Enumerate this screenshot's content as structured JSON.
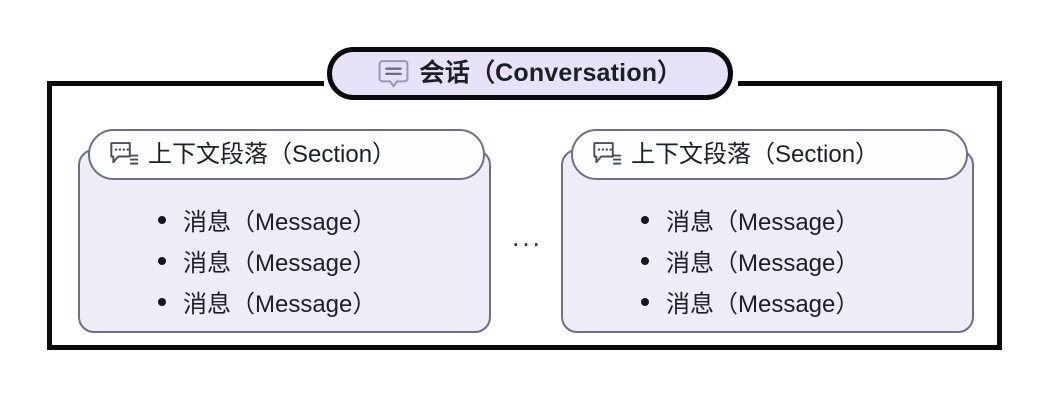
{
  "diagram": {
    "title_pill": {
      "icon": "conversation-bubble-icon",
      "label": "会话（Conversation）"
    },
    "ellipsis": "...",
    "sections": [
      {
        "header": {
          "icon": "section-bubble-lines-icon",
          "label": "上下文段落（Section）"
        },
        "messages": [
          "消息（Message）",
          "消息（Message）",
          "消息（Message）"
        ]
      },
      {
        "header": {
          "icon": "section-bubble-lines-icon",
          "label": "上下文段落（Section）"
        },
        "messages": [
          "消息（Message）",
          "消息（Message）",
          "消息（Message）"
        ]
      }
    ],
    "colors": {
      "title_pill_fill": "#e7e2f8",
      "title_pill_border": "#0b0b0d",
      "container_border": "#0b0b0d",
      "section_fill": "#ecedf6",
      "section_border": "#6b7083",
      "section_header_fill": "#fdfdff",
      "text": "#1c1f27",
      "background": "#ffffff"
    }
  }
}
